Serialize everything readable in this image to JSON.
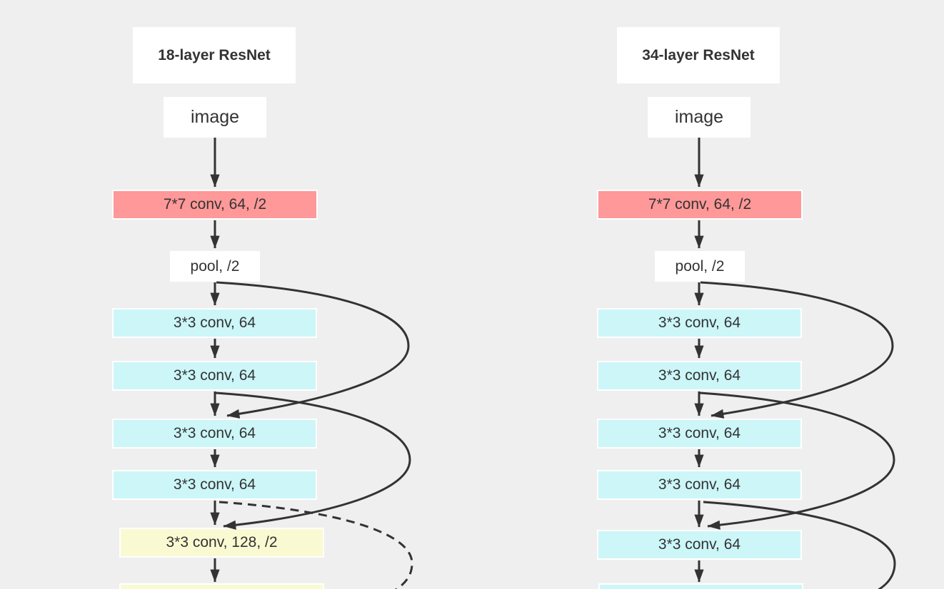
{
  "diagram": {
    "background": "#efefef",
    "stroke_color": "#333333",
    "text_color": "#333333",
    "node_colors": {
      "plain": "#ffffff",
      "conv_stem": "#ff9898",
      "conv_64": "#ccf6f8",
      "conv_128": "#fafad2"
    },
    "columns": [
      {
        "title": "18-layer ResNet",
        "nodes": [
          {
            "label": "image"
          },
          {
            "label": "7*7 conv, 64, /2"
          },
          {
            "label": "pool, /2"
          },
          {
            "label": "3*3 conv, 64"
          },
          {
            "label": "3*3 conv, 64"
          },
          {
            "label": "3*3 conv, 64"
          },
          {
            "label": "3*3 conv, 64"
          },
          {
            "label": "3*3 conv, 128, /2"
          },
          {
            "label": ""
          }
        ]
      },
      {
        "title": "34-layer ResNet",
        "nodes": [
          {
            "label": "image"
          },
          {
            "label": "7*7 conv, 64, /2"
          },
          {
            "label": "pool, /2"
          },
          {
            "label": "3*3 conv, 64"
          },
          {
            "label": "3*3 conv, 64"
          },
          {
            "label": "3*3 conv, 64"
          },
          {
            "label": "3*3 conv, 64"
          },
          {
            "label": "3*3 conv, 64"
          },
          {
            "label": ""
          }
        ]
      }
    ]
  }
}
